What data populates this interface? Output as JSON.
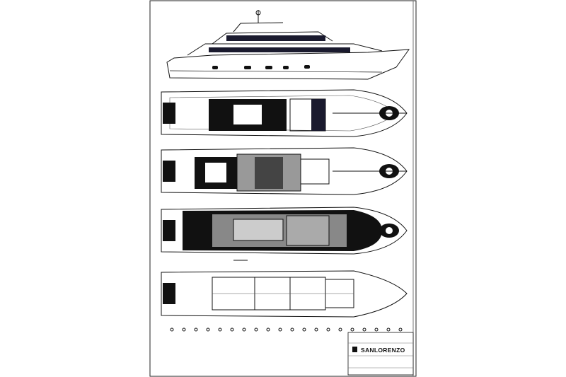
{
  "drawing": {
    "brand": "SANLORENZO",
    "views": [
      "profile",
      "sun-deck",
      "upper-deck",
      "main-deck",
      "lower-deck"
    ]
  },
  "colors": {
    "line": "#111111",
    "paper": "#ffffff",
    "glass": "#1a1a2e"
  }
}
